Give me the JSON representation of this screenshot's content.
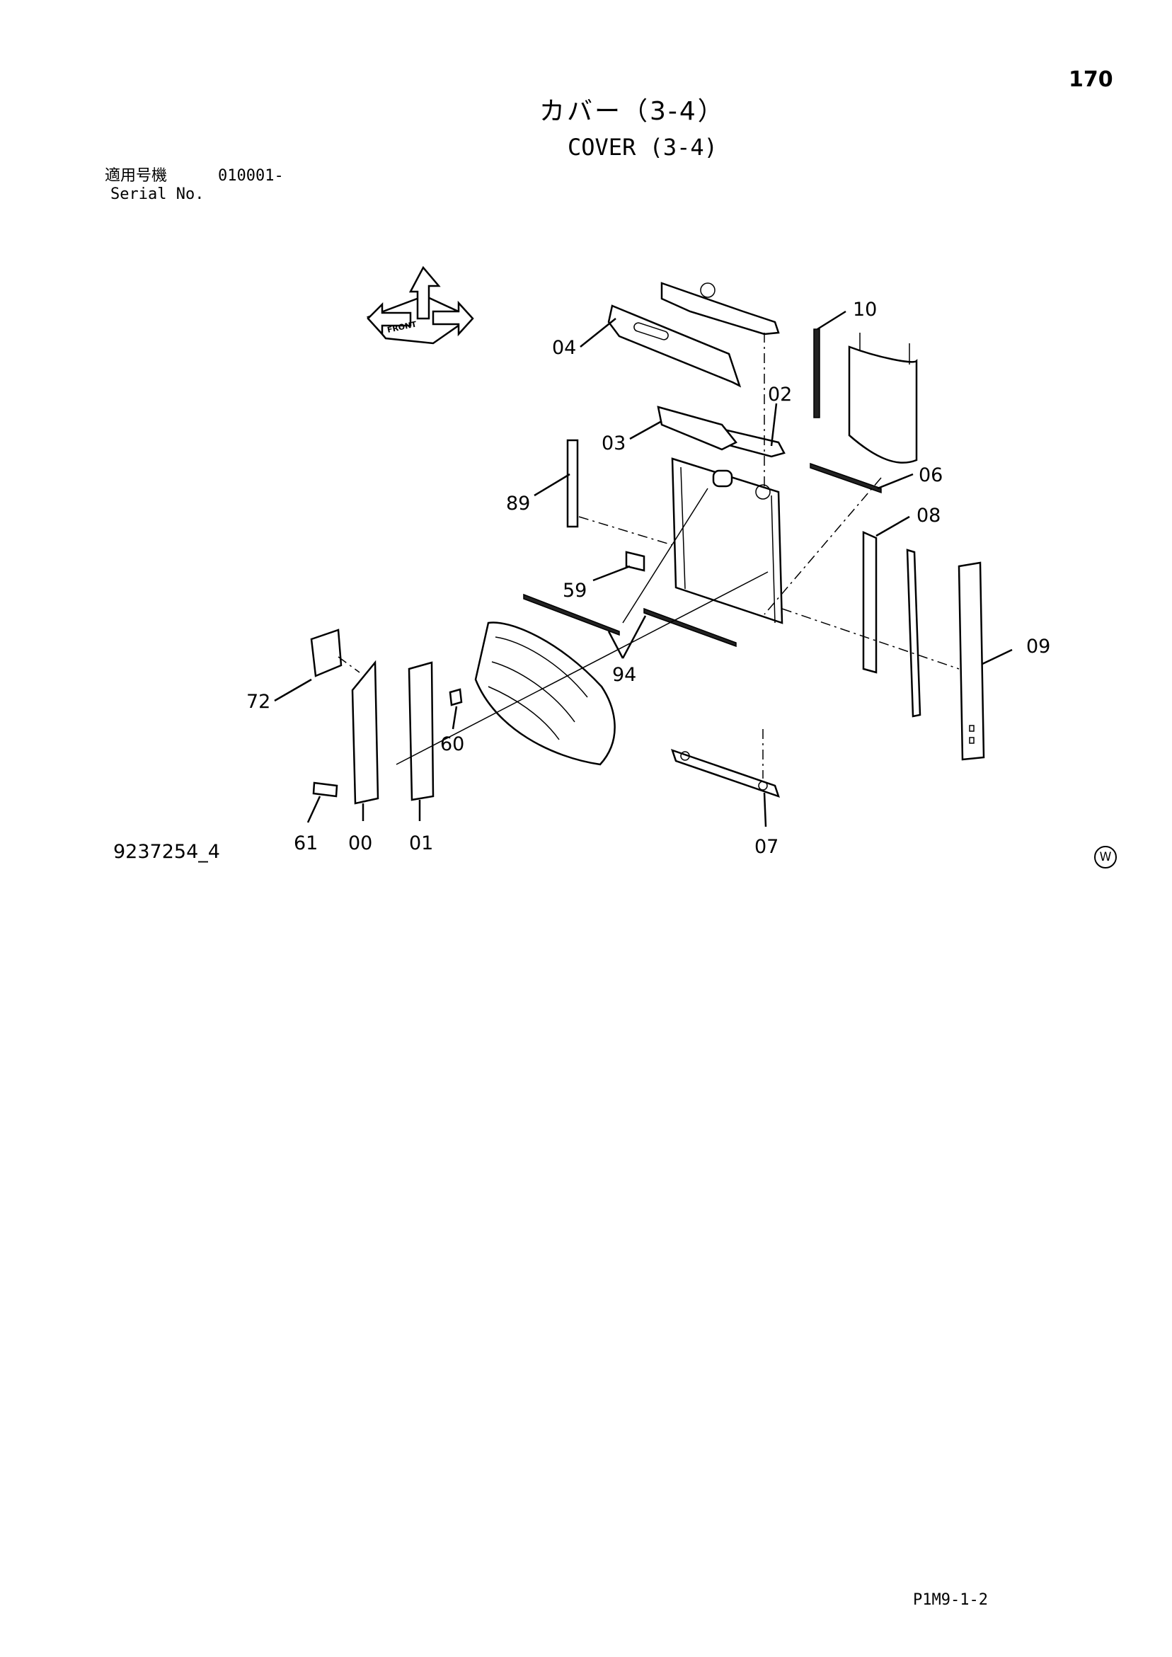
{
  "header": {
    "page_number": "170",
    "title_ja": "カバー（3-4）",
    "title_en": "COVER (3-4)",
    "serial_label_ja": "適用号機",
    "serial_value": "010001-",
    "serial_label_en": "Serial No."
  },
  "orientation_icon": {
    "front_label": "FRONT"
  },
  "parts": [
    {
      "id": "10"
    },
    {
      "id": "04"
    },
    {
      "id": "02"
    },
    {
      "id": "03"
    },
    {
      "id": "06"
    },
    {
      "id": "89"
    },
    {
      "id": "08"
    },
    {
      "id": "59"
    },
    {
      "id": "09"
    },
    {
      "id": "94"
    },
    {
      "id": "72"
    },
    {
      "id": "60"
    },
    {
      "id": "61"
    },
    {
      "id": "00"
    },
    {
      "id": "01"
    },
    {
      "id": "07"
    }
  ],
  "footer": {
    "drawing_number": "9237254_4",
    "mark": "W",
    "code": "P1M9-1-2"
  }
}
